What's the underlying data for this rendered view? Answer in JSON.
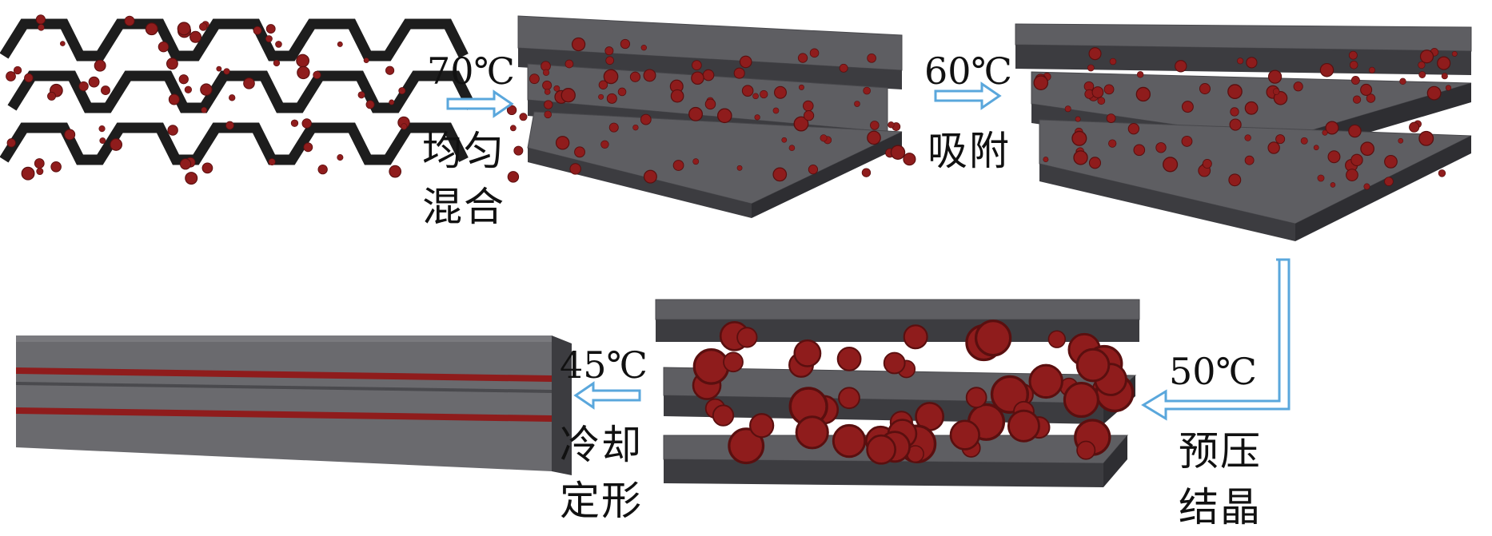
{
  "colors": {
    "sheet_top": "#5e5e62",
    "sheet_side": "#3c3c40",
    "chain": "#1d1d1d",
    "particle": "#8f1c1c",
    "particle_dark": "#5a0f0f",
    "arrow_fill": "#ffffff",
    "arrow_stroke": "#5aa7dc",
    "text": "#111111"
  },
  "steps": [
    {
      "temp": "70℃",
      "line1": "均匀",
      "line2": "混合"
    },
    {
      "temp": "60℃",
      "line1": "吸附"
    },
    {
      "temp": "50℃",
      "line1": "预压",
      "line2": "结晶"
    },
    {
      "temp": "45℃",
      "line1": "冷却",
      "line2": "定形"
    }
  ],
  "icons": {
    "chain": "polymer-chain-icon",
    "particle": "particle-icon",
    "arrow": "process-arrow-icon"
  }
}
